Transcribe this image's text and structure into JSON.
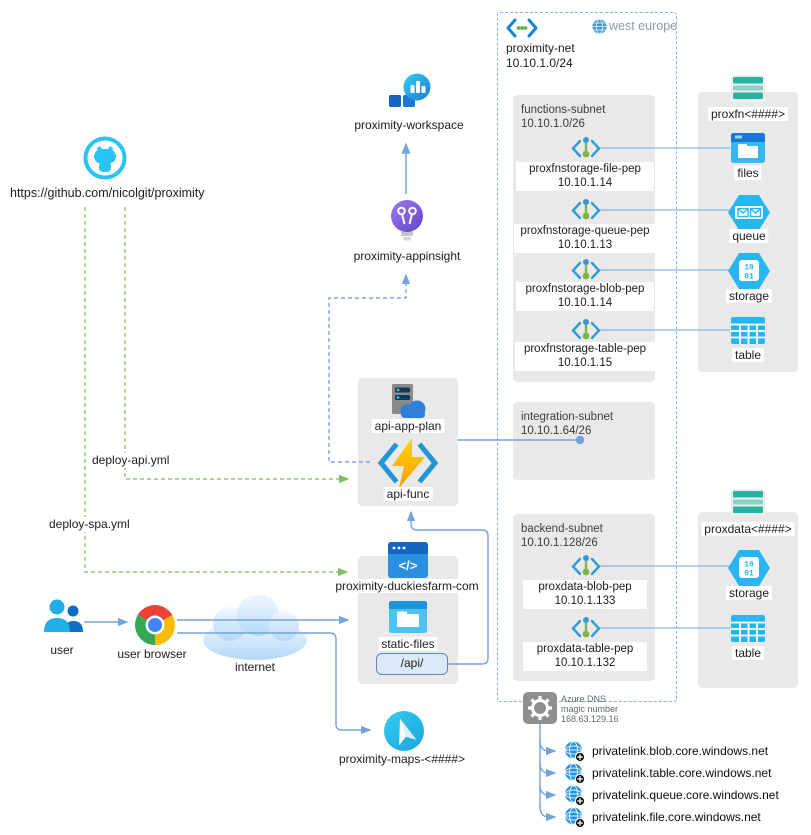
{
  "github": {
    "url": "https://github.com/nicolgit/proximity"
  },
  "nodes": {
    "workspace": "proximity-workspace",
    "appinsight": "proximity-appinsight",
    "api_app_plan": "api-app-plan",
    "api_func": "api-func",
    "duckiesfarm": "proximity-duckiesfarm-com",
    "static_files": "static-files",
    "api_route": "/api/",
    "user": "user",
    "user_browser": "user browser",
    "internet": "internet",
    "maps": "proximity-maps-<####>"
  },
  "deploy": {
    "api": "deploy-api.yml",
    "spa": "deploy-spa.yml"
  },
  "vnet": {
    "name": "proximity-net",
    "cidr": "10.10.1.0/24",
    "region": "west europe"
  },
  "subnets": {
    "functions": {
      "name": "functions-subnet",
      "cidr": "10.10.1.0/26",
      "peps": [
        {
          "name": "proxfnstorage-file-pep",
          "ip": "10.10.1.14"
        },
        {
          "name": "proxfnstorage-queue-pep",
          "ip": "10.10.1.13"
        },
        {
          "name": "proxfnstorage-blob-pep",
          "ip": "10.10.1.14"
        },
        {
          "name": "proxfnstorage-table-pep",
          "ip": "10.10.1.15"
        }
      ]
    },
    "integration": {
      "name": "integration-subnet",
      "cidr": "10.10.1.64/26"
    },
    "backend": {
      "name": "backend-subnet",
      "cidr": "10.10.1.128/26",
      "peps": [
        {
          "name": "proxdata-blob-pep",
          "ip": "10.10.1.133"
        },
        {
          "name": "proxdata-table-pep",
          "ip": "10.10.1.132"
        }
      ]
    }
  },
  "storage_accounts": {
    "proxfn": {
      "name": "proxfn<####>",
      "services": [
        "files",
        "queue",
        "storage",
        "table"
      ]
    },
    "proxdata": {
      "name": "proxdata<####>",
      "services": [
        "storage",
        "table"
      ]
    }
  },
  "dns": {
    "title": "Azure DNS",
    "subtitle": "magic number",
    "ip": "168.63.129.16",
    "zones": [
      "privatelink.blob.core.windows.net",
      "privatelink.table.core.windows.net",
      "privatelink.queue.core.windows.net",
      "privatelink.file.core.windows.net"
    ]
  },
  "icons": {
    "code_glyph": "</>",
    "binary_top": "10",
    "binary_bottom": "01"
  },
  "colors": {
    "cyan": "#29b6f0",
    "teal": "#2ab3a0",
    "line_blue": "#74a3dc",
    "deploy_green": "#7cc060",
    "vnet_border": "#85b2e2",
    "purple": "#7e57d6"
  }
}
